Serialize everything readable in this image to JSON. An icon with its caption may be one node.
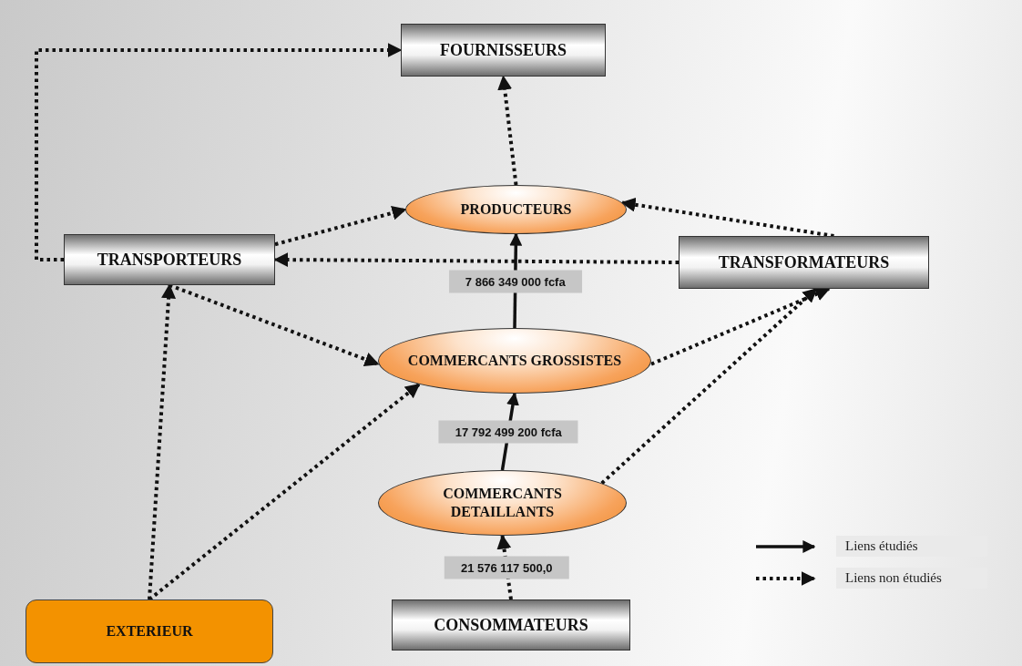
{
  "diagram": {
    "nodes": [
      {
        "text": [
          "FOURNISSEURS"
        ]
      },
      {
        "text": [
          "PRODUCTEURS"
        ]
      },
      {
        "text": [
          "TRANSPORTEURS"
        ]
      },
      {
        "text": [
          "TRANSFORMATEURS"
        ]
      },
      {
        "text": [
          "COMMERCANTS GROSSISTES"
        ]
      },
      {
        "text": [
          "COMMERCANTS DETAILLANTS"
        ]
      },
      {
        "text": [
          "EXTERIEUR"
        ]
      },
      {
        "text": [
          "CONSOMMATEURS"
        ]
      }
    ],
    "edges": [
      {
        "from": 1,
        "to": 0,
        "arrow": "to",
        "style": "dashed"
      },
      {
        "from": 2,
        "to": 0,
        "arrow": "to",
        "style": "dashed"
      },
      {
        "from": 2,
        "to": 1,
        "arrow": "to",
        "style": "dashed"
      },
      {
        "from": 3,
        "to": 1,
        "arrow": "to",
        "style": "dashed"
      },
      {
        "from": 3,
        "to": 2,
        "arrow": "to",
        "style": "dashed"
      },
      {
        "from": 4,
        "to": 1,
        "arrow": "to",
        "label": "7 866 349 000 fcfa"
      },
      {
        "from": 2,
        "to": 4,
        "arrow": "to",
        "style": "dashed"
      },
      {
        "from": 4,
        "to": 3,
        "arrow": "to",
        "style": "dashed"
      },
      {
        "from": 5,
        "to": 3,
        "arrow": "to",
        "style": "dashed"
      },
      {
        "from": 5,
        "to": 4,
        "arrow": "to",
        "label": "17 792 499 200 fcfa"
      },
      {
        "from": 6,
        "to": 2,
        "arrow": "to",
        "style": "dashed"
      },
      {
        "from": 6,
        "to": 4,
        "arrow": "to",
        "style": "dashed"
      },
      {
        "from": 7,
        "to": 5,
        "arrow": "to",
        "label": "21 576 117 500,0",
        "style": "dashed"
      }
    ],
    "legend": [
      {
        "text": "Liens étudiés"
      },
      {
        "text": "Liens non étudiés"
      }
    ]
  }
}
